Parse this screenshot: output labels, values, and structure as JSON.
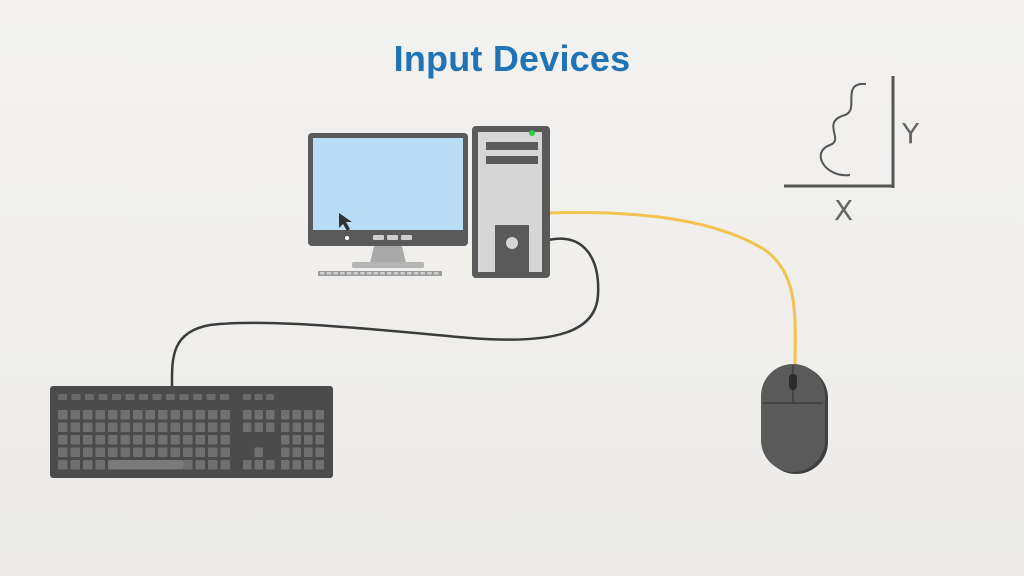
{
  "title": "Input Devices",
  "axis_labels": {
    "x": "X",
    "y": "Y"
  },
  "colors": {
    "title": "#1f73b7",
    "monitor_screen": "#b9dcf7",
    "device_gray": "#5a5a5a",
    "tower_light": "#d6d6d6",
    "keyboard": "#4b4b4b",
    "mouse_cable": "#f3c24f",
    "keyboard_cable": "#3b3b3b",
    "power_led": "#2ecc40"
  },
  "icons": [
    "cursor-arrow-icon",
    "power-led-icon"
  ]
}
